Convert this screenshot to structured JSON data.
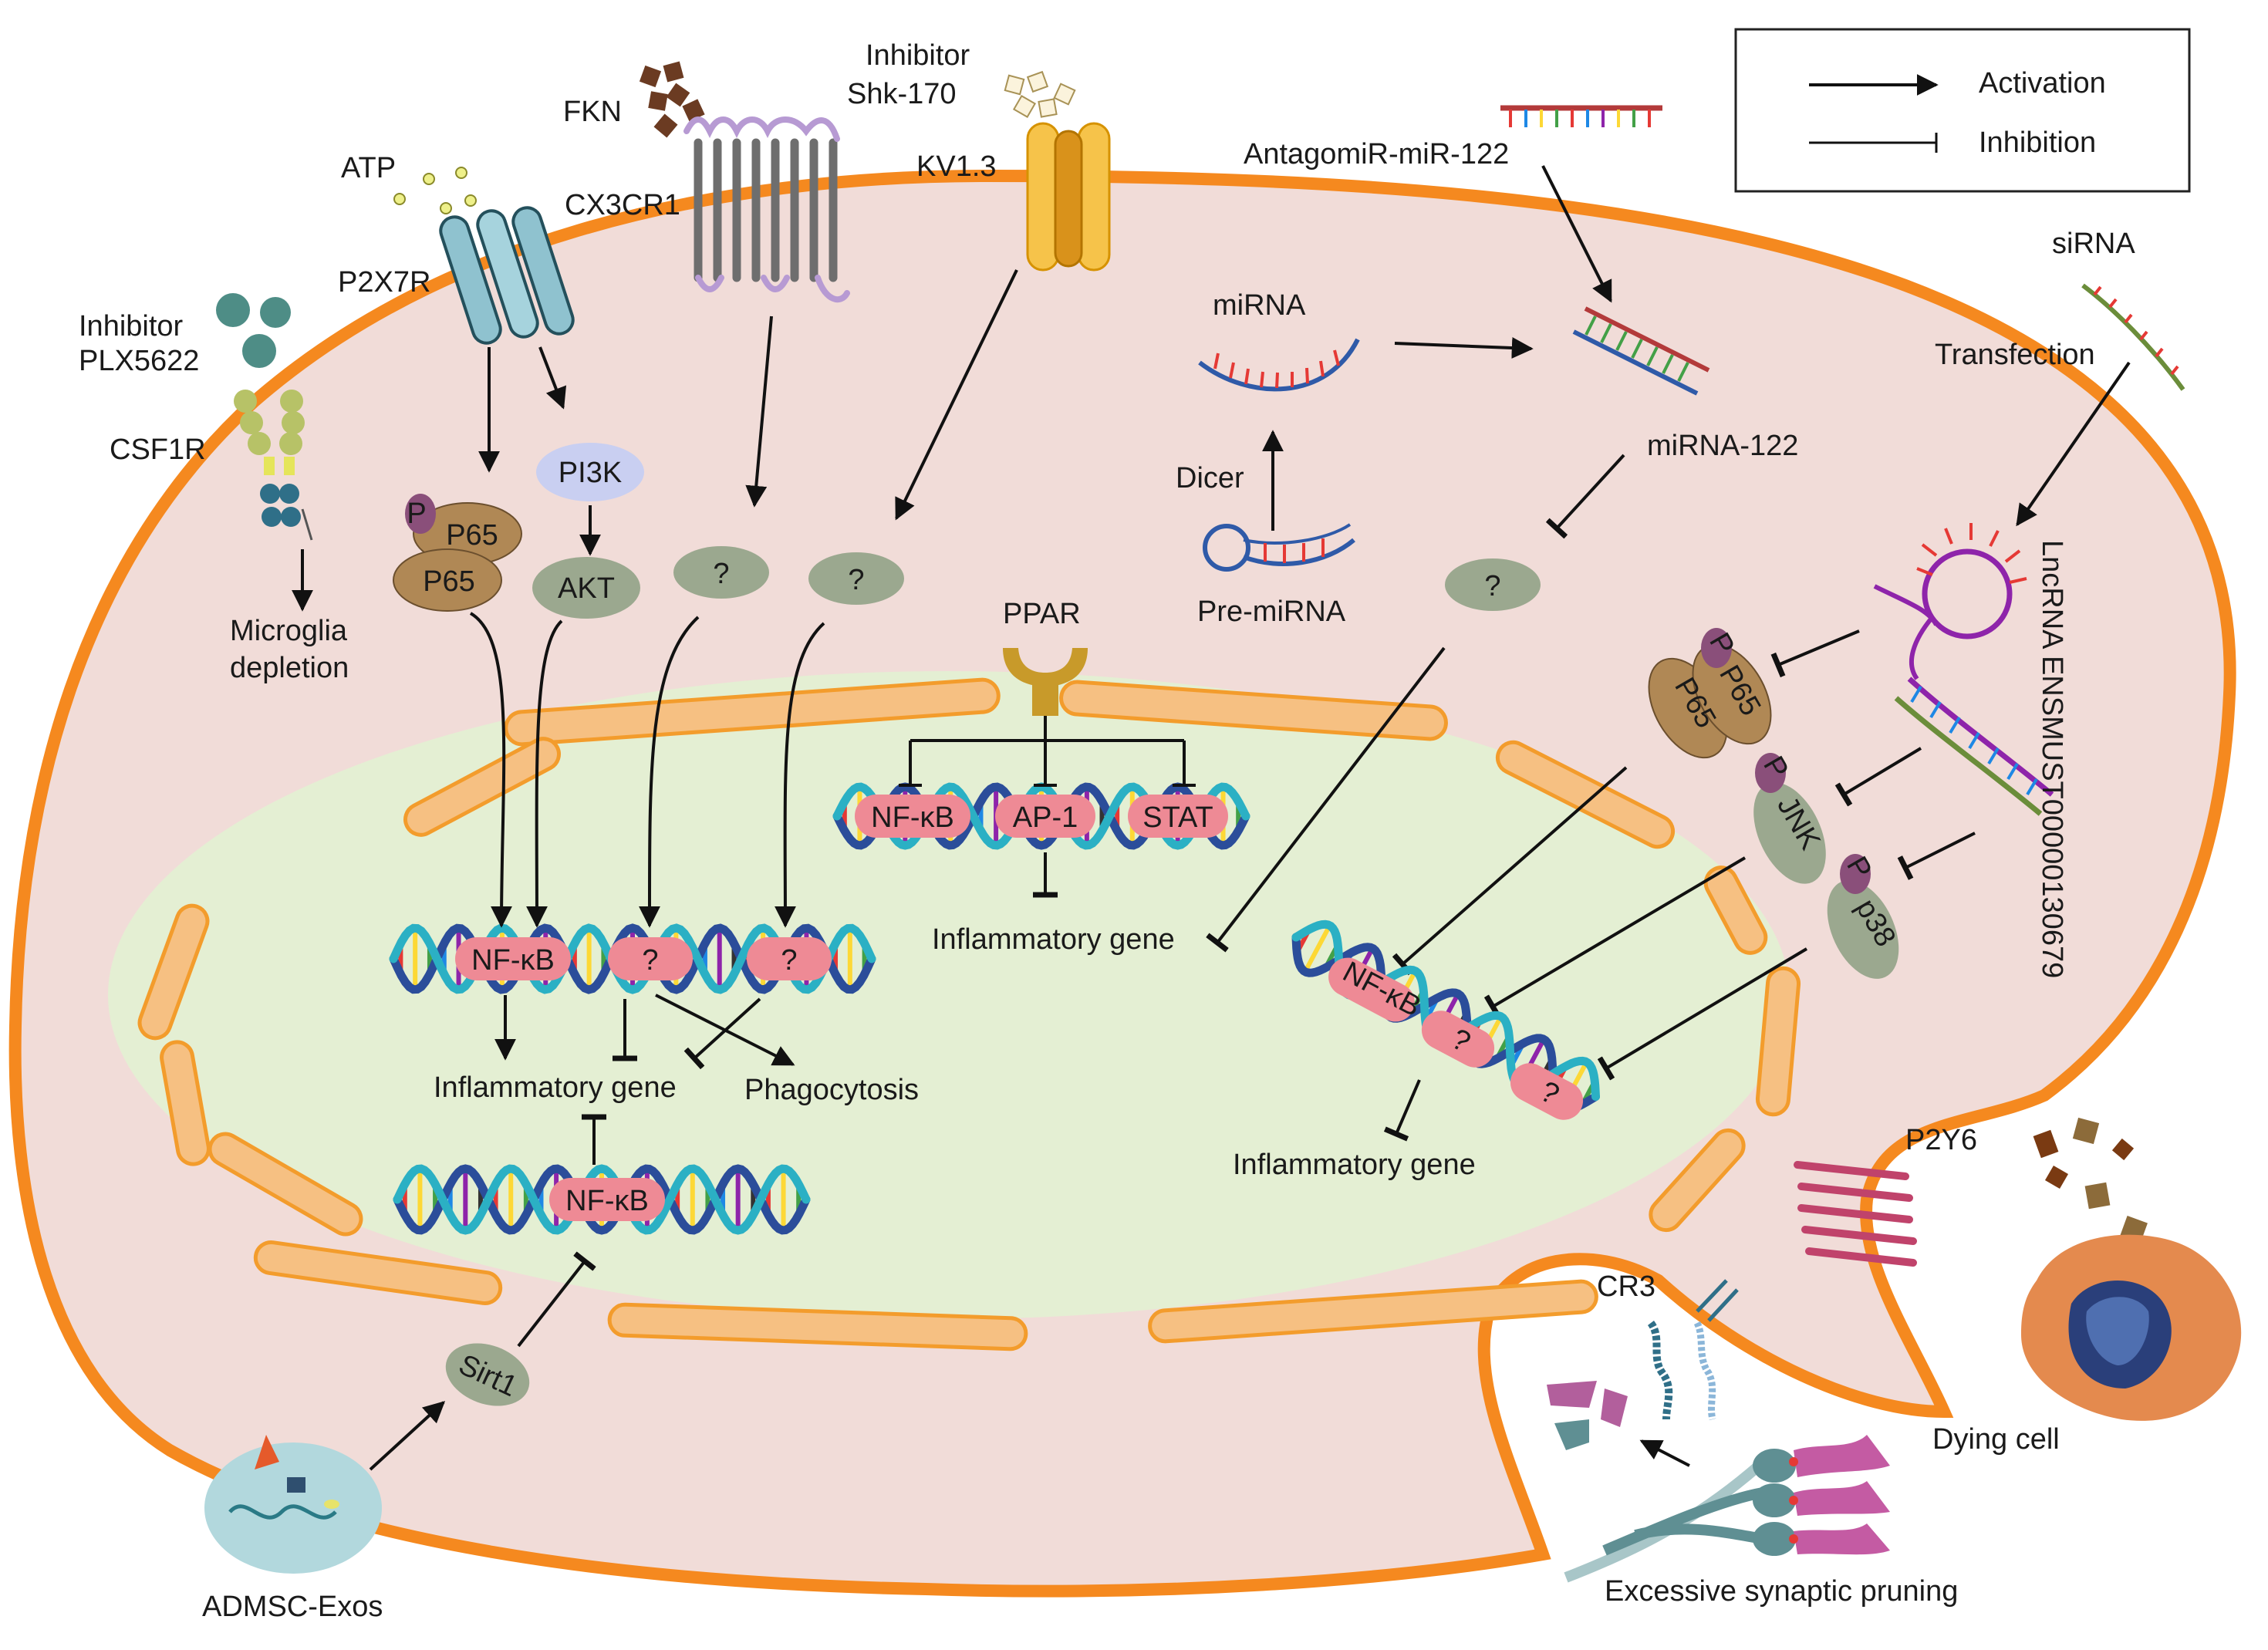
{
  "colors": {
    "cell_fill": "#f1dcd8",
    "cell_border": "#f5891f",
    "nucleus_fill": "#e4efd3",
    "er_fill": "#f6c082",
    "er_stroke": "#f39c2c",
    "brown": "#b08855",
    "grey_green": "#9ba88f",
    "tf_pink": "#ee8a95",
    "phospho": "#8a4f7a",
    "pi3k": "#c9cff1",
    "dna_a": "#2b4d9a",
    "dna_b": "#2bb0c4",
    "arrow": "#111111"
  },
  "legend": {
    "activation": "Activation",
    "inhibition": "Inhibition"
  },
  "labels": {
    "inhibitor_plx_1": "Inhibitor",
    "inhibitor_plx_2": "PLX5622",
    "csf1r": "CSF1R",
    "microglia_1": "Microglia",
    "microglia_2": "depletion",
    "atp": "ATP",
    "p2x7r": "P2X7R",
    "fkn": "FKN",
    "cx3cr1": "CX3CR1",
    "inhibitor_shk_1": "Inhibitor",
    "inhibitor_shk_2": "Shk-170",
    "kv13": "KV1.3",
    "antagomir": "AntagomiR-miR-122",
    "mirna": "miRNA",
    "mirna122": "miRNA-122",
    "dicer": "Dicer",
    "premirna": "Pre-miRNA",
    "sirna": "siRNA",
    "transfection": "Transfection",
    "lncrna": "LncRNA ENSMUST00000130679",
    "ppar": "PPAR",
    "p2y6": "P2Y6",
    "cr3": "CR3",
    "dying_cell": "Dying cell",
    "synaptic": "Excessive synaptic pruning",
    "admsc": "ADMSC-Exos"
  },
  "molecules": {
    "p": "P",
    "p65": "P65",
    "pi3k": "PI3K",
    "akt": "AKT",
    "unknown": "?",
    "jnk": "JNK",
    "p38": "p38",
    "sirt1": "Sirt1"
  },
  "nuclear": {
    "nfkb": "NF-κB",
    "ap1": "AP-1",
    "stat": "STAT",
    "unknown": "?",
    "inflammatory_gene": "Inflammatory gene",
    "phagocytosis": "Phagocytosis"
  }
}
